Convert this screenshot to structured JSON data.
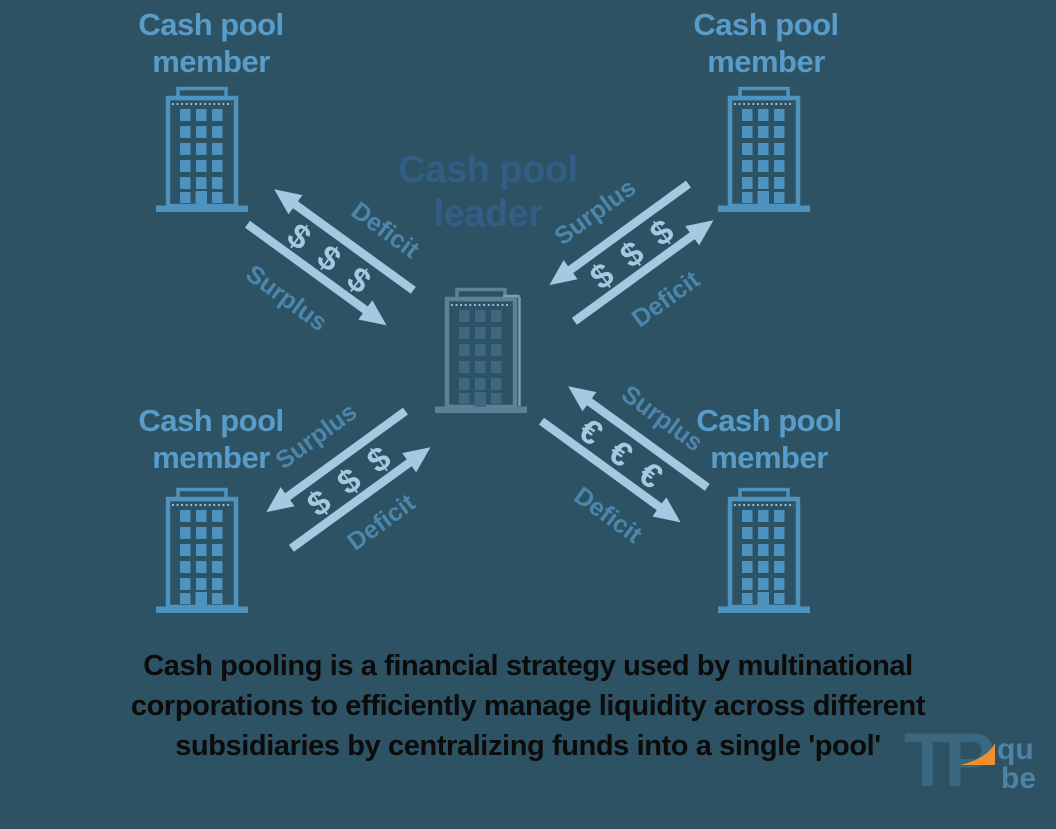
{
  "diagram": {
    "leader": {
      "title_line1": "Cash pool",
      "title_line2": "leader"
    },
    "members": [
      {
        "position": "top-left",
        "title_line1": "Cash pool",
        "title_line2": "member"
      },
      {
        "position": "top-right",
        "title_line1": "Cash pool",
        "title_line2": "member"
      },
      {
        "position": "bottom-left",
        "title_line1": "Cash pool",
        "title_line2": "member"
      },
      {
        "position": "bottom-right",
        "title_line1": "Cash pool",
        "title_line2": "member"
      }
    ],
    "flows": [
      {
        "between": "leader-and-top-left-member",
        "toward_member_label": "Deficit",
        "toward_leader_label": "Surplus",
        "currency_symbols": [
          "$",
          "$",
          "$"
        ]
      },
      {
        "between": "leader-and-top-right-member",
        "toward_leader_label": "Surplus",
        "toward_member_label": "Deficit",
        "currency_symbols": [
          "$",
          "$",
          "$"
        ]
      },
      {
        "between": "leader-and-bottom-left-member",
        "toward_member_label": "Surplus",
        "toward_leader_label": "Deficit",
        "currency_symbols": [
          "$",
          "$",
          "$"
        ]
      },
      {
        "between": "leader-and-bottom-right-member",
        "toward_leader_label": "Surplus",
        "toward_member_label": "Deficit",
        "currency_symbols": [
          "€",
          "€",
          "€"
        ]
      }
    ]
  },
  "caption": {
    "lines": [
      "Cash pooling is a financial strategy used by multinational",
      "corporations to efficiently manage liquidity across different",
      "subsidiaries by centralizing funds into a single 'pool'"
    ]
  },
  "logo": {
    "main": "TP",
    "sub_top": "qu",
    "sub_bottom": "be"
  },
  "colors": {
    "background": "#2d5263",
    "member_text": "#5a9cc8",
    "leader_text": "#33608a",
    "flow_label": "#4c86ad",
    "arrow": "#a4c9e1",
    "member_building": "#4e93be",
    "leader_building": "#5e8196",
    "leader_accent": "#7e9fb3",
    "leader_window": "#3e6880",
    "window_dots": "#cde4f2",
    "caption": "#0b0b0b",
    "logo_orange": "#ee8e2c",
    "logo_blue": "#3c687f",
    "logo_light_blue": "#4f83a6"
  }
}
